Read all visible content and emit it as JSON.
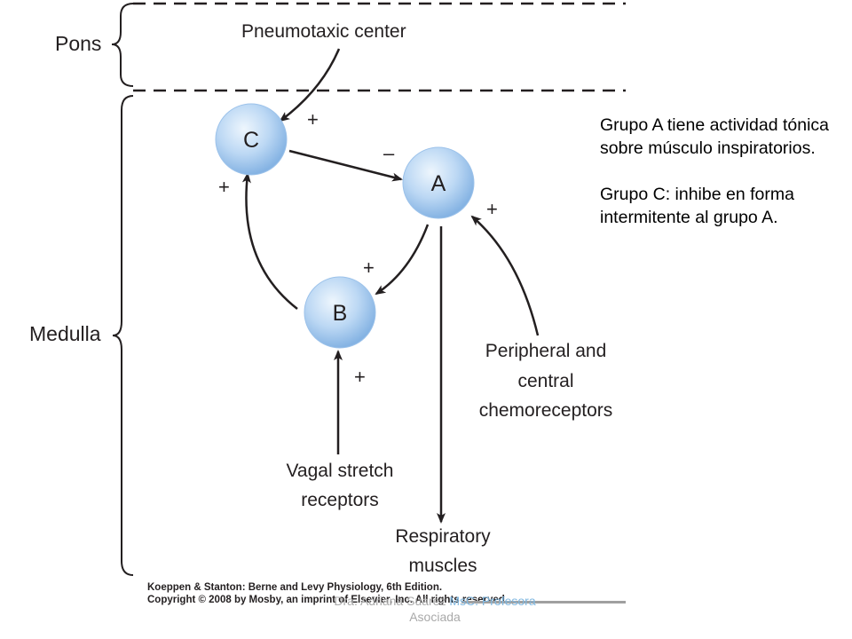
{
  "regions": {
    "pons": "Pons",
    "medulla": "Medulla"
  },
  "nodes": {
    "c": "C",
    "a": "A",
    "b": "B"
  },
  "labels": {
    "pneumotaxic": "Pneumotaxic center",
    "peripheral_line1": "Peripheral and",
    "peripheral_line2": "central",
    "peripheral_line3": "chemoreceptors",
    "vagal_line1": "Vagal stretch",
    "vagal_line2": "receptors",
    "resp_line1": "Respiratory",
    "resp_line2": "muscles"
  },
  "signs": {
    "pneumo_to_c": "+",
    "c_to_a": "–",
    "b_to_c": "+",
    "a_to_b": "+",
    "chemo_to_a": "+",
    "vagal_to_b": "+"
  },
  "notes": [
    "Grupo A tiene actividad tónica sobre músculo inspiratorios.",
    "Grupo C:  inhibe en forma intermitente al grupo A."
  ],
  "copyright": {
    "line1": "Koeppen & Stanton: Berne and Levy Physiology, 6th Edition.",
    "line2": "Copyright © 2008 by Mosby, an imprint of Elsevier, Inc. All rights reserved."
  },
  "watermark": {
    "part1": "Dra. Adriana Suárez ",
    "part2": "MsC. Profesora",
    "part3": "Asociada"
  },
  "colors": {
    "node_fill_center": "#e4f0fb",
    "node_fill_edge": "#8bb8e6",
    "line": "#231f20"
  }
}
